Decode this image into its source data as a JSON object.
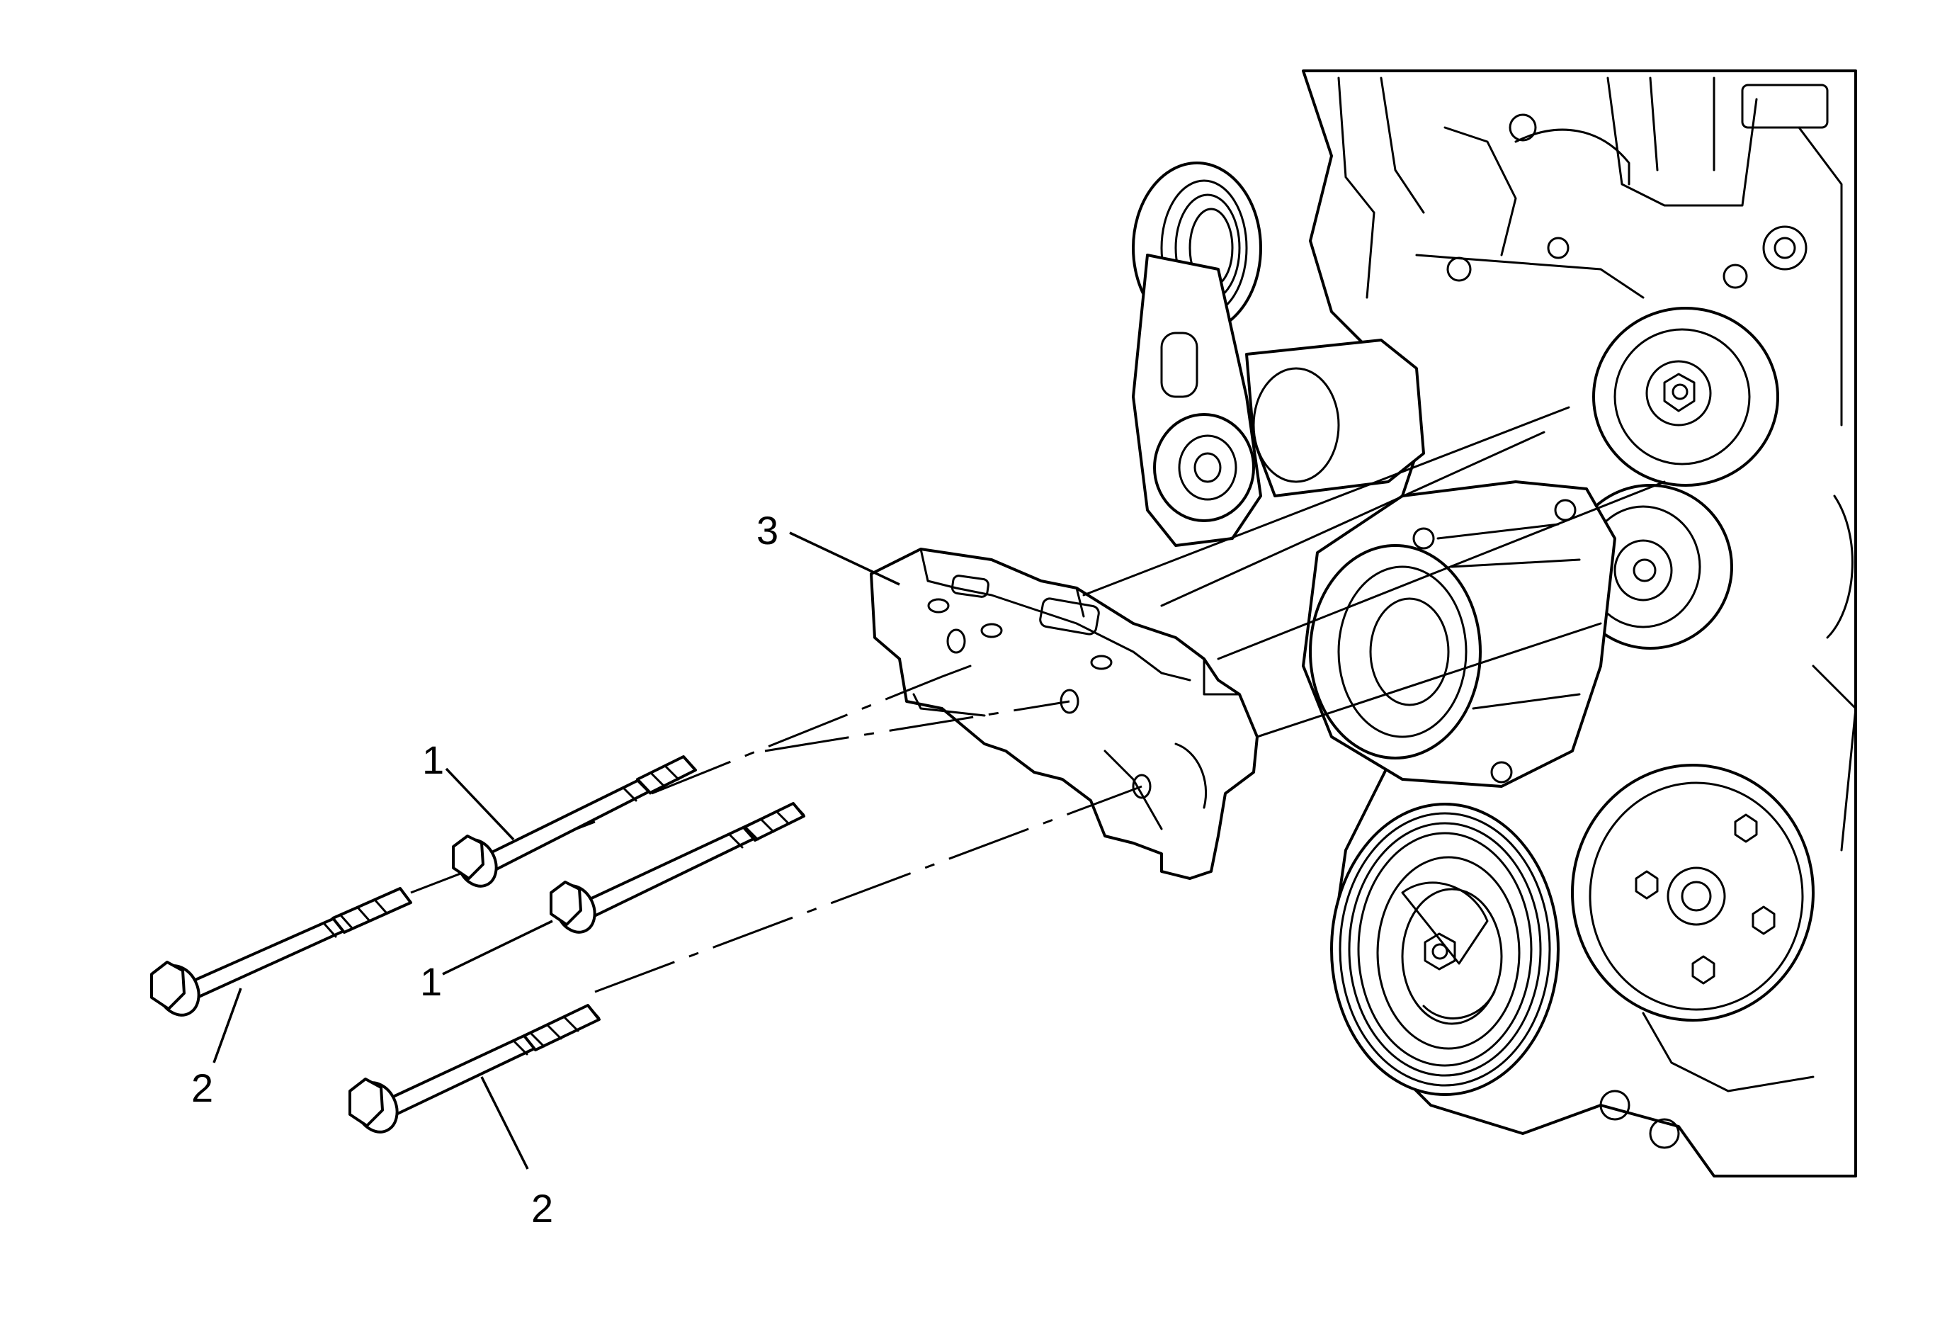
{
  "diagram": {
    "callouts": {
      "bolt_1_upper": "1",
      "bolt_1_lower": "1",
      "bolt_2_left": "2",
      "bolt_2_right": "2",
      "bracket_3": "3"
    }
  }
}
